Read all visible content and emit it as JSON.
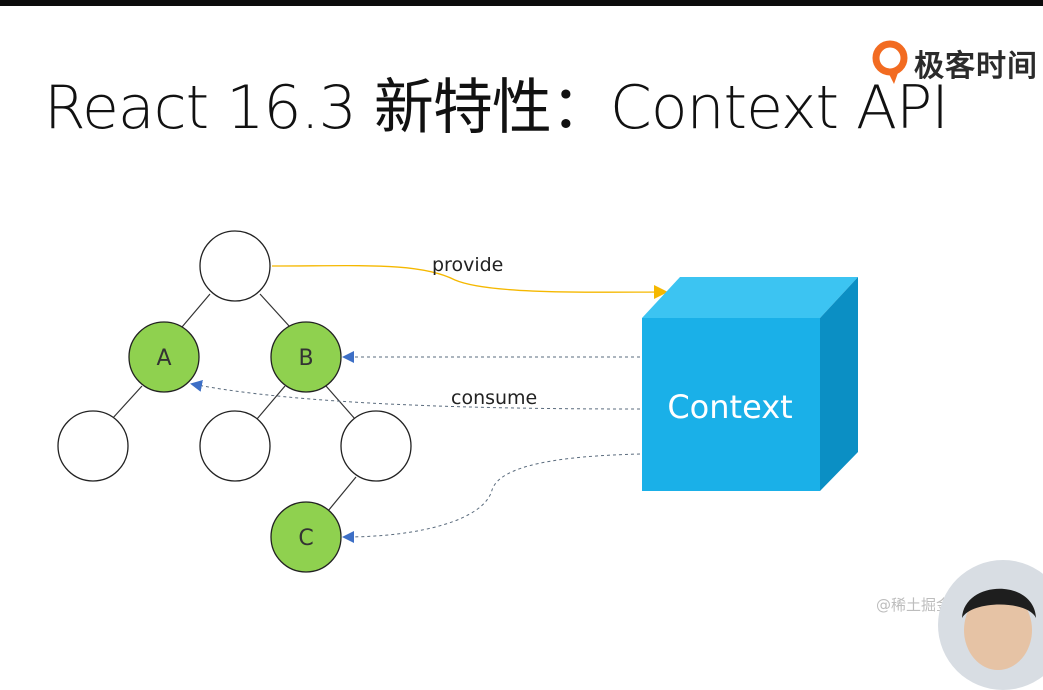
{
  "title": "React 16.3 新特性：Context API",
  "logo": {
    "text": "极客时间",
    "accent": "#f26b21"
  },
  "watermark": "@稀土掘金技术社区",
  "diagram": {
    "nodes": {
      "a": "A",
      "b": "B",
      "c": "C"
    },
    "context_label": "Context",
    "provide_label": "provide",
    "consume_label": "consume"
  },
  "colors": {
    "node_green": "#8fd14f",
    "cube_front": "#1ab0e8",
    "cube_top": "#3cc4f2",
    "cube_side": "#0b8fc4",
    "provide_line": "#f5b800",
    "consume_line": "#5a6b7d",
    "arrow_blue": "#3d6fc6"
  }
}
